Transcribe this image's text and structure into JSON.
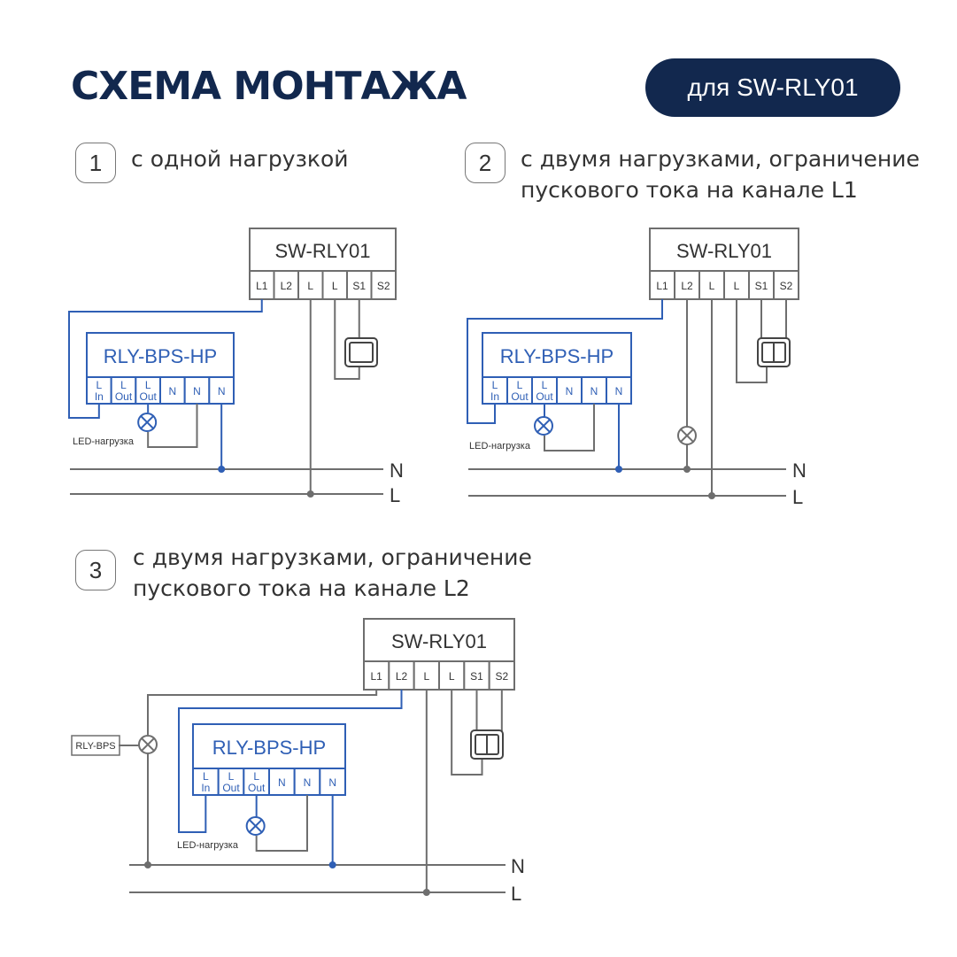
{
  "title": "СХЕМА МОНТАЖА",
  "badge": "для SW-RLY01",
  "colors": {
    "navy": "#12284e",
    "blue": "#2f5fb5",
    "gray": "#6e6e6e"
  },
  "labels": {
    "sw": "SW-RLY01",
    "bps": "RLY-BPS-HP",
    "sw_terms": [
      "L1",
      "L2",
      "L",
      "L",
      "S1",
      "S2"
    ],
    "bps_terms": [
      "L|In",
      "L|Out",
      "L|Out",
      "N",
      "N",
      "N"
    ],
    "led": "LED-нагрузка",
    "bps_small": "RLY-BPS",
    "n": "N",
    "l": "L"
  },
  "schemes": [
    {
      "num": "1",
      "lines": [
        "с одной нагрузкой"
      ]
    },
    {
      "num": "2",
      "lines": [
        "с двумя нагрузками, ограничение",
        "пускового тока на канале L1"
      ]
    },
    {
      "num": "3",
      "lines": [
        "с двумя нагрузками, ограничение",
        "пускового тока на канале L2"
      ]
    }
  ]
}
